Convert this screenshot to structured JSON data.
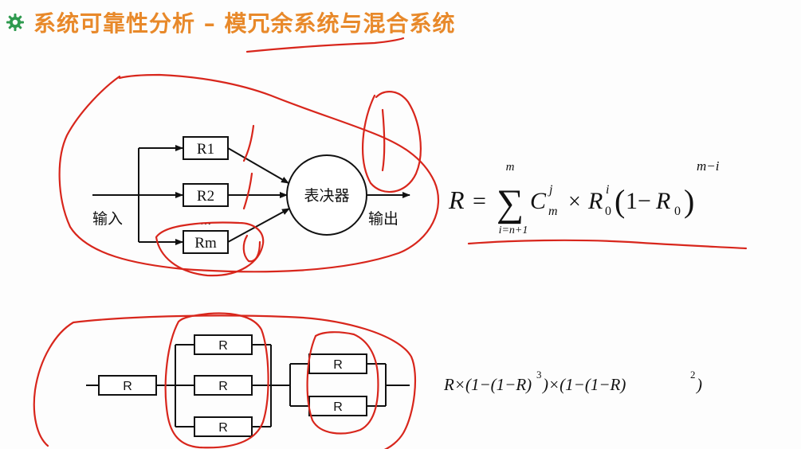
{
  "header": {
    "title": "系统可靠性分析 – 模冗余系统与混合系统",
    "bullet_icon": "gear-bullet-icon"
  },
  "voting_diagram": {
    "input_label": "输入",
    "output_label": "输出",
    "voter_label": "表决器",
    "units": [
      "R1",
      "R2",
      "Rm"
    ],
    "ellipsis": "..."
  },
  "voting_formula": {
    "lhs": "R",
    "equals": "=",
    "sum_symbol": "∑",
    "upper_limit": "m",
    "lower_limit": "i=n+1",
    "comb": "C",
    "comb_sup": "j",
    "comb_sub": "m",
    "times": "×",
    "r0": "R",
    "r0_sup": "i",
    "r0_sub": "0",
    "paren_open": "(",
    "one_minus": "1−",
    "r0b": "R",
    "r0b_sub": "0",
    "paren_close": ")",
    "exponent": "m−i"
  },
  "hybrid_diagram": {
    "series_block": "R",
    "parallel3_blocks": [
      "R",
      "R",
      "R"
    ],
    "parallel2_blocks": [
      "R",
      "R"
    ]
  },
  "hybrid_formula": {
    "part1": "R×(1−(1−R)",
    "exp1": "3",
    "part2": ")×(1−(1−R)",
    "exp2": "2",
    "part3": ")"
  },
  "colors": {
    "title": "#e8892a",
    "annotation": "#d8261c",
    "bullet": "#2e9a4e"
  }
}
